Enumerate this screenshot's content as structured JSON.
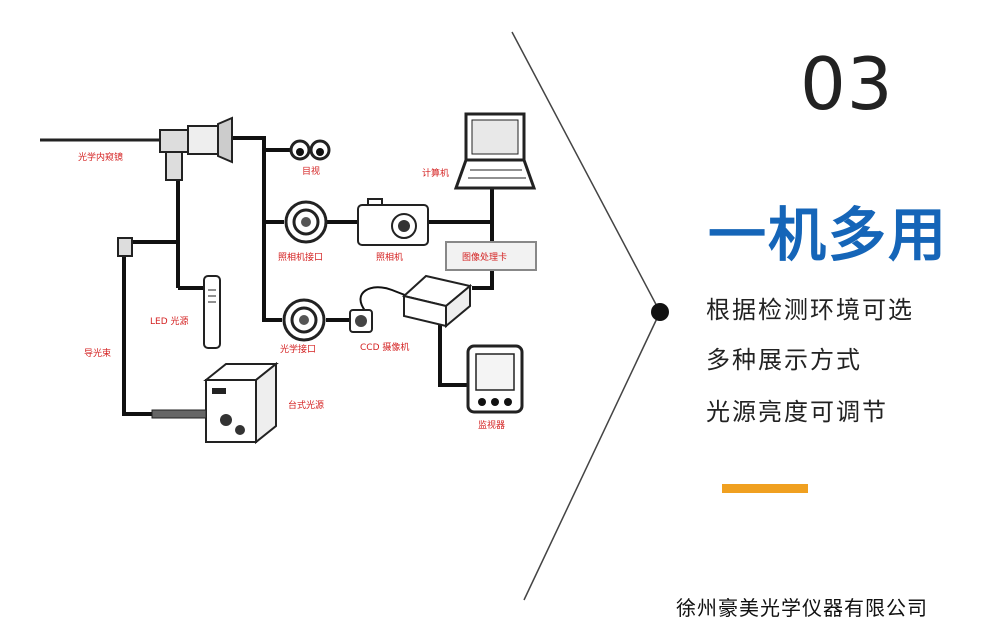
{
  "diagram": {
    "labels": {
      "endoscope": "光学内窥镜",
      "eyes": "目视",
      "camera_interface": "照相机接口",
      "camera": "照相机",
      "computer": "计算机",
      "image_card": "图像处理卡",
      "led_light": "LED 光源",
      "optical_interface": "光学接口",
      "ccd_camera": "CCD 摄像机",
      "light_guide": "导光束",
      "desktop_light": "台式光源",
      "monitor": "监视器"
    }
  },
  "panel": {
    "step_number": "03",
    "headline": "一机多用",
    "features": [
      "根据检测环境可选",
      "多种展示方式",
      "光源亮度可调节"
    ],
    "company": "徐州豪美光学仪器有限公司"
  },
  "colors": {
    "headline": "#1565b8",
    "label": "#d42222",
    "accent": "#f0a020"
  }
}
